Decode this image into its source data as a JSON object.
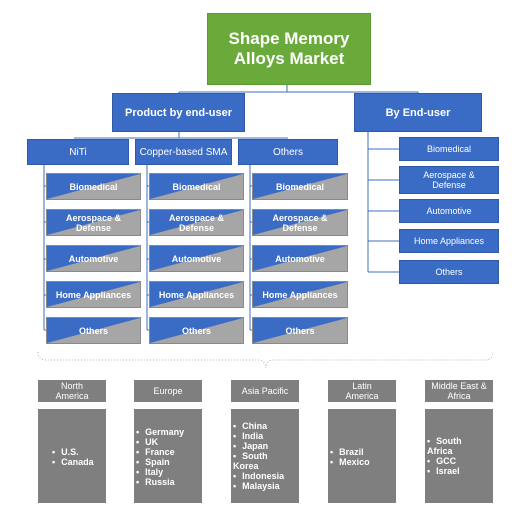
{
  "title": "Shape Memory Alloys Market",
  "branches": {
    "product": "Product by end-user",
    "enduser": "By End-user"
  },
  "products": [
    {
      "label": "NiTi",
      "items": [
        "Biomedical",
        "Aerospace & Defense",
        "Automotive",
        "Home Appliances",
        "Others"
      ]
    },
    {
      "label": "Copper-based SMA",
      "items": [
        "Biomedical",
        "Aerospace & Defense",
        "Automotive",
        "Home Appliances",
        "Others"
      ]
    },
    {
      "label": "Others",
      "items": [
        "Biomedical",
        "Aerospace & Defense",
        "Automotive",
        "Home Appliances",
        "Others"
      ]
    }
  ],
  "end_users": [
    "Biomedical",
    "Aerospace & Defense",
    "Automotive",
    "Home Appliances",
    "Others"
  ],
  "regions": [
    {
      "name": "North America",
      "countries": [
        "U.S.",
        "Canada"
      ]
    },
    {
      "name": "Europe",
      "countries": [
        "Germany",
        "UK",
        "France",
        "Spain",
        "Italy",
        "Russia"
      ]
    },
    {
      "name": "Asia Pacific",
      "countries": [
        "China",
        "India",
        "Japan",
        "South Korea",
        "Indonesia",
        "Malaysia"
      ]
    },
    {
      "name": "Latin America",
      "countries": [
        "Brazil",
        "Mexico"
      ]
    },
    {
      "name": "Middle East & Africa",
      "countries": [
        "South Africa",
        "GCC",
        "Israel"
      ]
    }
  ],
  "colors": {
    "title_green": "#6aaa3a",
    "node_blue": "#3b6cc5",
    "leaf_gray": "#a6a6a6",
    "region_gray": "#7f7f7f"
  }
}
